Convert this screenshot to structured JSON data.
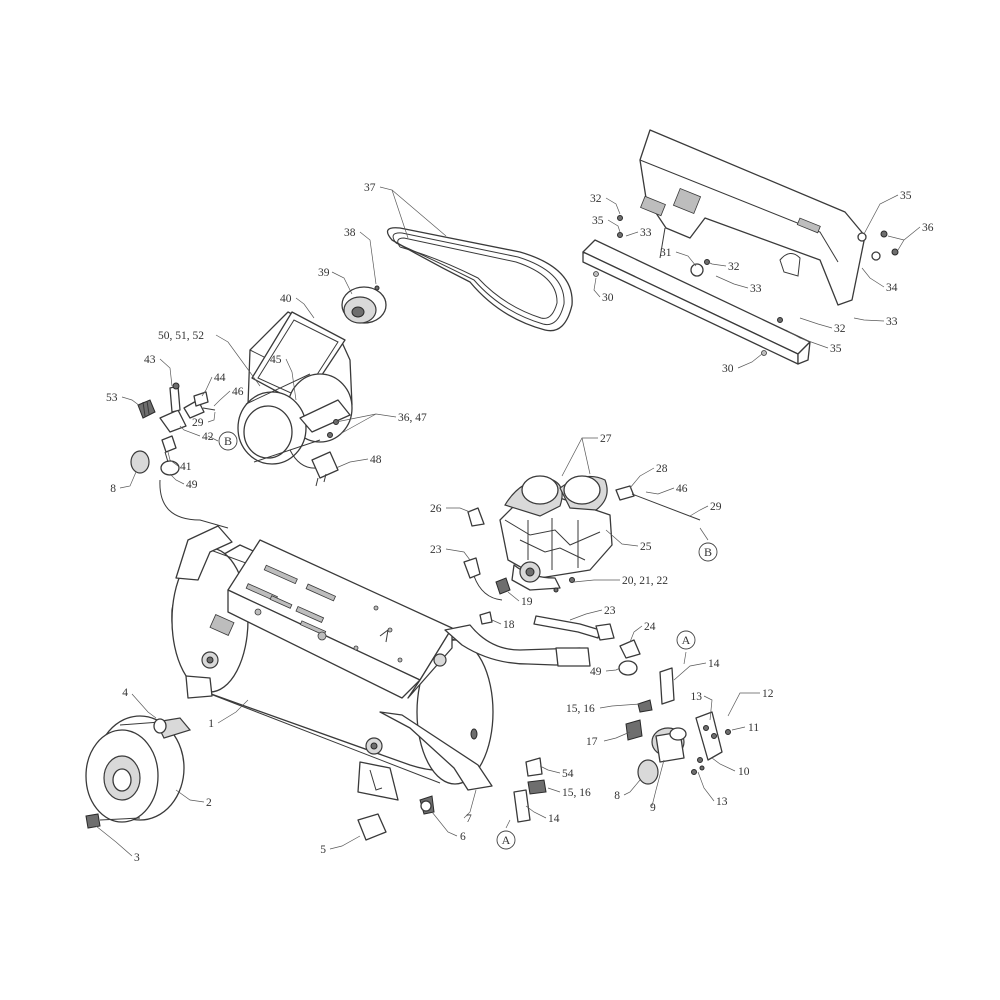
{
  "figure": {
    "labels": [
      {
        "id": "1",
        "text": "1"
      },
      {
        "id": "2",
        "text": "2"
      },
      {
        "id": "3",
        "text": "3"
      },
      {
        "id": "4",
        "text": "4"
      },
      {
        "id": "5",
        "text": "5"
      },
      {
        "id": "6",
        "text": "6"
      },
      {
        "id": "7",
        "text": "7"
      },
      {
        "id": "8a",
        "text": "8"
      },
      {
        "id": "8b",
        "text": "8"
      },
      {
        "id": "9",
        "text": "9"
      },
      {
        "id": "10",
        "text": "10"
      },
      {
        "id": "11",
        "text": "11"
      },
      {
        "id": "12",
        "text": "12"
      },
      {
        "id": "13a",
        "text": "13"
      },
      {
        "id": "13b",
        "text": "13"
      },
      {
        "id": "14a",
        "text": "14"
      },
      {
        "id": "14b",
        "text": "14"
      },
      {
        "id": "1516a",
        "text": "15, 16"
      },
      {
        "id": "1516b",
        "text": "15, 16"
      },
      {
        "id": "17",
        "text": "17"
      },
      {
        "id": "18",
        "text": "18"
      },
      {
        "id": "19",
        "text": "19"
      },
      {
        "id": "202122",
        "text": "20, 21, 22"
      },
      {
        "id": "23a",
        "text": "23"
      },
      {
        "id": "23b",
        "text": "23"
      },
      {
        "id": "24",
        "text": "24"
      },
      {
        "id": "25",
        "text": "25"
      },
      {
        "id": "26",
        "text": "26"
      },
      {
        "id": "27",
        "text": "27"
      },
      {
        "id": "28",
        "text": "28"
      },
      {
        "id": "29a",
        "text": "29"
      },
      {
        "id": "29b",
        "text": "29"
      },
      {
        "id": "30a",
        "text": "30"
      },
      {
        "id": "30b",
        "text": "30"
      },
      {
        "id": "31",
        "text": "31"
      },
      {
        "id": "32a",
        "text": "32"
      },
      {
        "id": "32b",
        "text": "32"
      },
      {
        "id": "32c",
        "text": "32"
      },
      {
        "id": "33a",
        "text": "33"
      },
      {
        "id": "33b",
        "text": "33"
      },
      {
        "id": "33c",
        "text": "33"
      },
      {
        "id": "34",
        "text": "34"
      },
      {
        "id": "35a",
        "text": "35"
      },
      {
        "id": "35b",
        "text": "35"
      },
      {
        "id": "35c",
        "text": "35"
      },
      {
        "id": "36",
        "text": "36"
      },
      {
        "id": "3647",
        "text": "36, 47"
      },
      {
        "id": "37",
        "text": "37"
      },
      {
        "id": "38",
        "text": "38"
      },
      {
        "id": "39",
        "text": "39"
      },
      {
        "id": "40",
        "text": "40"
      },
      {
        "id": "41",
        "text": "41"
      },
      {
        "id": "42",
        "text": "42"
      },
      {
        "id": "43",
        "text": "43"
      },
      {
        "id": "44",
        "text": "44"
      },
      {
        "id": "45",
        "text": "45"
      },
      {
        "id": "46a",
        "text": "46"
      },
      {
        "id": "46b",
        "text": "46"
      },
      {
        "id": "48",
        "text": "48"
      },
      {
        "id": "49a",
        "text": "49"
      },
      {
        "id": "49b",
        "text": "49"
      },
      {
        "id": "505152",
        "text": "50, 51, 52"
      },
      {
        "id": "53",
        "text": "53"
      },
      {
        "id": "54",
        "text": "54"
      }
    ],
    "connectors": [
      {
        "id": "A-top",
        "text": "A"
      },
      {
        "id": "A-bottom",
        "text": "A"
      },
      {
        "id": "B-left",
        "text": "B"
      },
      {
        "id": "B-right",
        "text": "B"
      }
    ]
  }
}
